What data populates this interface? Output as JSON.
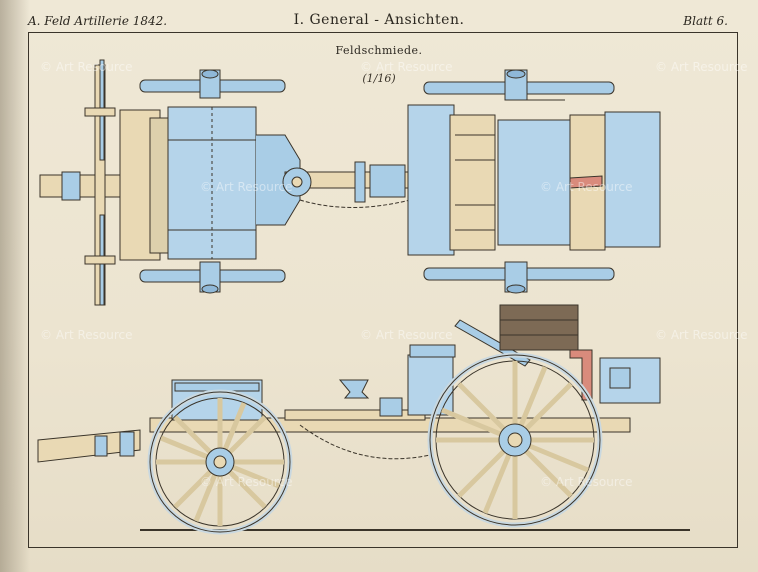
{
  "header": {
    "left": "A. Feld Artillerie 1842.",
    "center": "I. General - Ansichten.",
    "right": "Blatt 6."
  },
  "drawing": {
    "title": "Feldschmiede.",
    "scale": "(1/16)",
    "views": [
      "top-view",
      "side-view"
    ]
  },
  "watermark": {
    "text": "© Art Resource"
  },
  "colors": {
    "paper": "#ece4d0",
    "wood": "#e9d9b4",
    "metal_blue": "#a9cde6",
    "ink": "#3a342a",
    "forge_brown": "#7d6a55",
    "chimney_red": "#d98b7c"
  }
}
